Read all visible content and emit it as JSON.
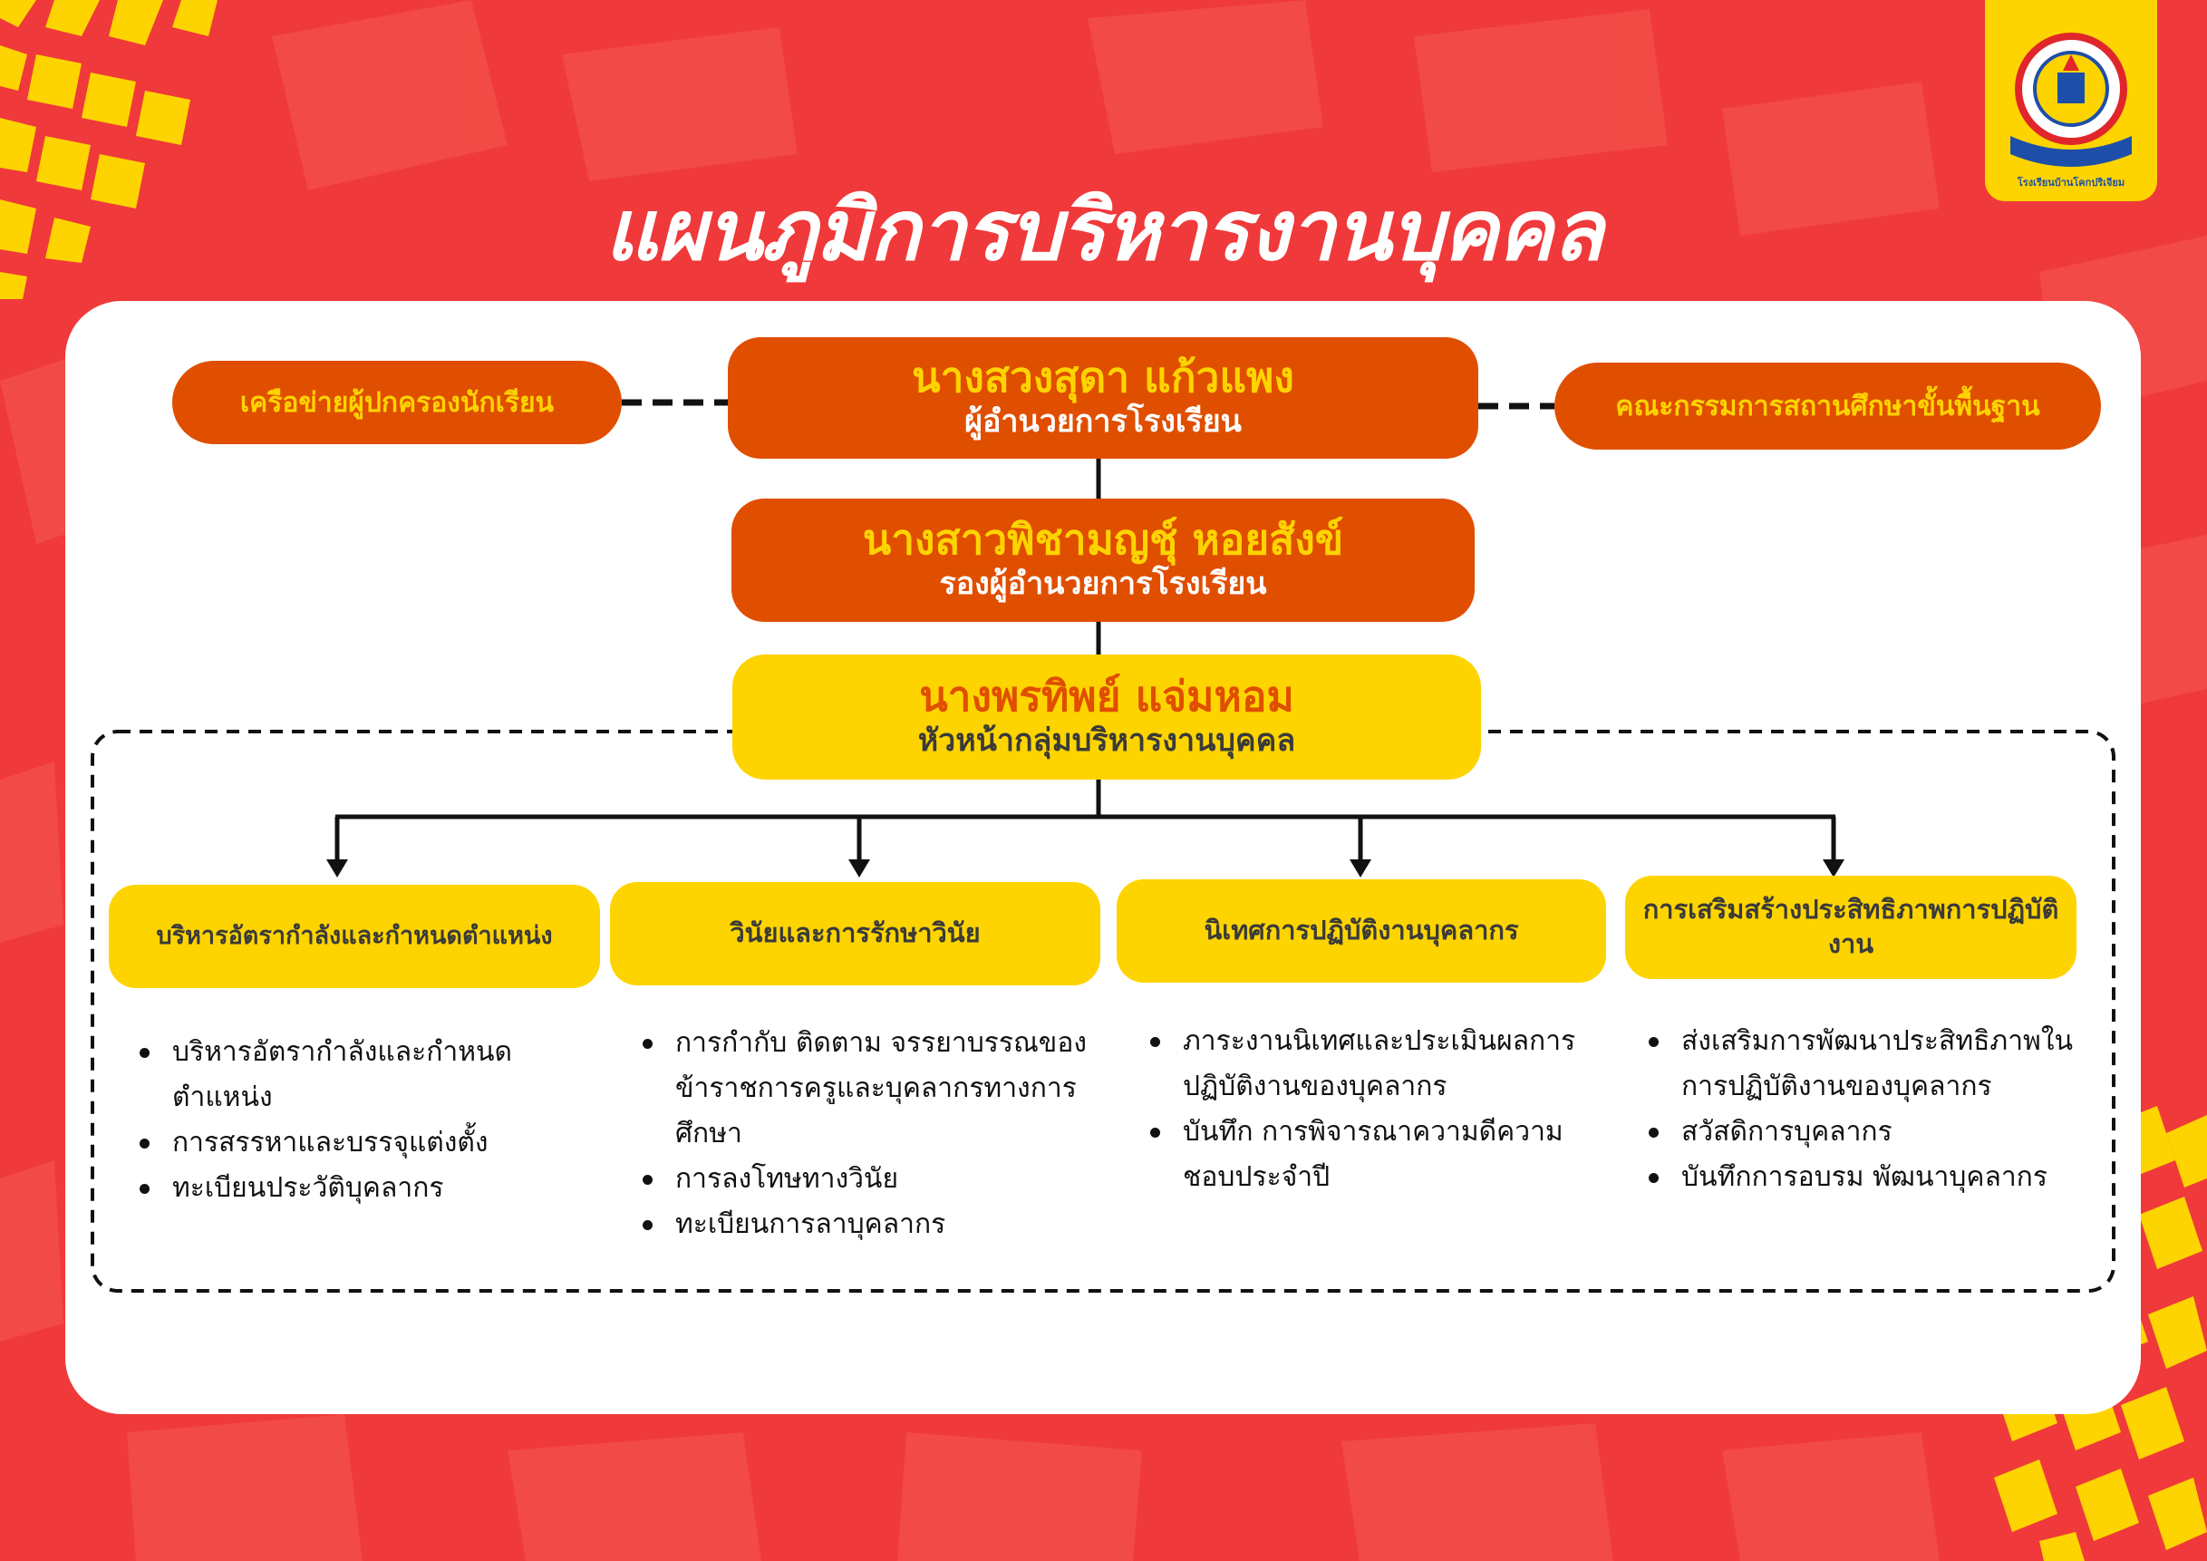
{
  "title": "แผนภูมิการบริหารงานบุคคล",
  "logo": {
    "text": "โรงเรียนบ้านโคกปริเจียม"
  },
  "colors": {
    "background": "#f0393a",
    "orange": "#e04e00",
    "yellow": "#fdd400",
    "card": "#ffffff"
  },
  "director": {
    "name": "นางสวงสุดา แก้วแพง",
    "position": "ผู้อำนวยการโรงเรียน"
  },
  "deputy": {
    "name": "นางสาวพิชามญชุ์ หอยสังข์",
    "position": "รองผู้อำนวยการโรงเรียน"
  },
  "head": {
    "name": "นางพรทิพย์ แจ่มหอม",
    "position": "หัวหน้ากลุ่มบริหารงานบุคคล"
  },
  "left_partner": "เครือข่ายผู้ปกครองนักเรียน",
  "right_partner": "คณะกรรมการสถานศึกษาขั้นพื้นฐาน",
  "categories": [
    {
      "title": "บริหารอัตรากำลังและกำหนดตำแหน่ง",
      "items": [
        "บริหารอัตรากำลังและกำหนดตำแหน่ง",
        "การสรรหาและบรรจุแต่งตั้ง",
        "ทะเบียนประวัติบุคลากร"
      ]
    },
    {
      "title": "วินัยและการรักษาวินัย",
      "items": [
        "การกำกับ ติดตาม จรรยาบรรณของข้าราชการครูและบุคลากรทางการศึกษา",
        "การลงโทษทางวินัย",
        "ทะเบียนการลาบุคลากร"
      ]
    },
    {
      "title": "นิเทศการปฏิบัติงานบุคลากร",
      "items": [
        "ภาระงานนิเทศและประเมินผลการปฏิบัติงานของบุคลากร",
        "บันทึก การพิจารณาความดีความชอบประจำปี"
      ]
    },
    {
      "title": "การเสริมสร้างประสิทธิภาพการปฏิบัติงาน",
      "items": [
        "ส่งเสริมการพัฒนาประสิทธิภาพในการปฏิบัติงานของบุคลากร",
        "สวัสดิการบุคลากร",
        "บันทึกการอบรม พัฒนาบุคลากร"
      ]
    }
  ]
}
